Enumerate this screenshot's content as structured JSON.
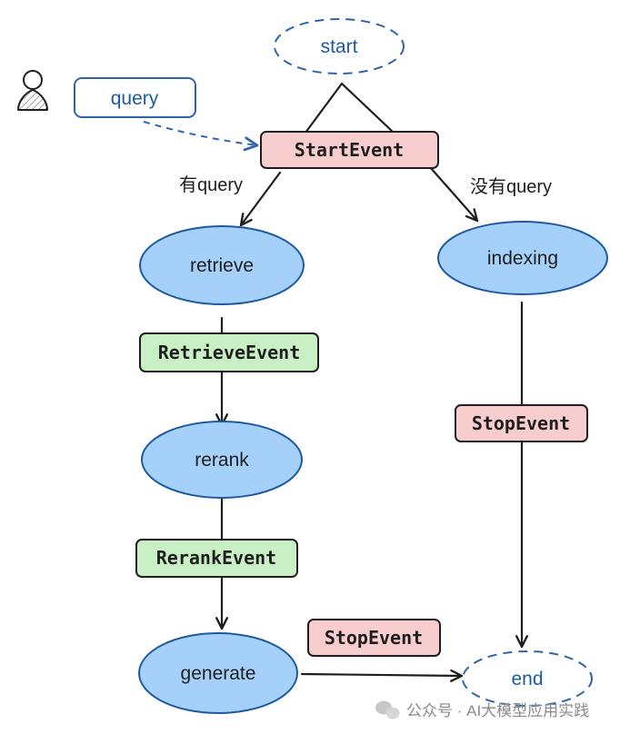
{
  "nodes": {
    "start": "start",
    "query": "query",
    "start_event": "StartEvent",
    "retrieve": "retrieve",
    "indexing": "indexing",
    "retrieve_event": "RetrieveEvent",
    "rerank": "rerank",
    "rerank_event": "RerankEvent",
    "generate": "generate",
    "stop_event_right": "StopEvent",
    "stop_event_bottom": "StopEvent",
    "end": "end"
  },
  "edges": {
    "has_query": "有query",
    "no_query": "没有query"
  },
  "watermark": "公众号 · AI大模型应用实践",
  "colors": {
    "oval_fill": "#a5d0f9",
    "oval_stroke": "#1e5aa0",
    "red_fill": "#f8cdcd",
    "green_fill": "#c9f0c4",
    "dashed_stroke": "#2e64ab",
    "text_blue": "#1e5aa0",
    "line": "#1e1e1e"
  }
}
